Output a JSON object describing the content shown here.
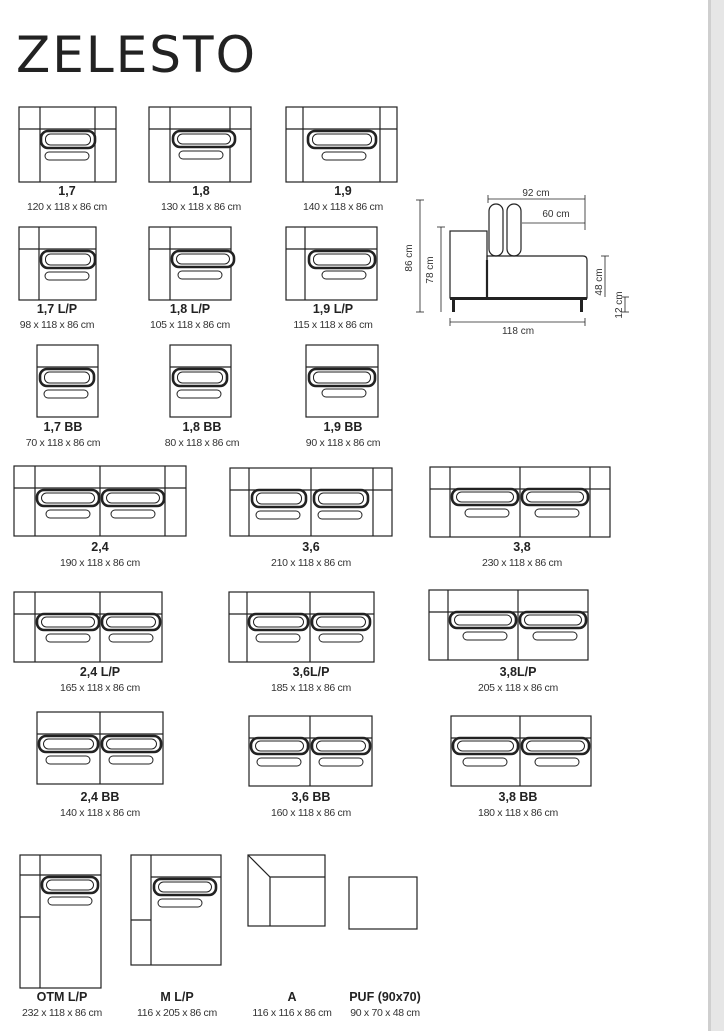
{
  "title": "ZELESTO",
  "modules": {
    "m1_7": {
      "name": "1,7",
      "dims": "120 x 118 x 86 cm"
    },
    "m1_8": {
      "name": "1,8",
      "dims": "130 x 118 x 86 cm"
    },
    "m1_9": {
      "name": "1,9",
      "dims": "140 x 118 x 86 cm"
    },
    "m1_7lp": {
      "name": "1,7 L/P",
      "dims": "98 x 118 x 86 cm"
    },
    "m1_8lp": {
      "name": "1,8 L/P",
      "dims": "105 x 118 x 86 cm"
    },
    "m1_9lp": {
      "name": "1,9 L/P",
      "dims": "115 x 118 x 86 cm"
    },
    "m1_7bb": {
      "name": "1,7 BB",
      "dims": "70 x 118 x 86 cm"
    },
    "m1_8bb": {
      "name": "1,8 BB",
      "dims": "80 x 118 x 86 cm"
    },
    "m1_9bb": {
      "name": "1,9 BB",
      "dims": "90 x 118 x 86 cm"
    },
    "m2_4": {
      "name": "2,4",
      "dims": "190 x 118 x 86 cm"
    },
    "m3_6": {
      "name": "3,6",
      "dims": "210 x 118 x 86 cm"
    },
    "m3_8": {
      "name": "3,8",
      "dims": "230 x 118 x 86 cm"
    },
    "m2_4lp": {
      "name": "2,4 L/P",
      "dims": "165 x 118 x 86 cm"
    },
    "m3_6lp": {
      "name": "3,6L/P",
      "dims": "185 x 118 x 86 cm"
    },
    "m3_8lp": {
      "name": "3,8L/P",
      "dims": "205 x 118 x 86 cm"
    },
    "m2_4bb": {
      "name": "2,4 BB",
      "dims": "140 x 118 x 86 cm"
    },
    "m3_6bb": {
      "name": "3,6 BB",
      "dims": "160 x 118 x 86 cm"
    },
    "m3_8bb": {
      "name": "3,8 BB",
      "dims": "180 x 118 x 86 cm"
    },
    "otm_lp": {
      "name": "OTM L/P",
      "dims": "232 x 118 x 86 cm"
    },
    "m_lp": {
      "name": "M L/P",
      "dims": "116 x 205 x 86 cm"
    },
    "a": {
      "name": "A",
      "dims": "116 x 116 x 86 cm"
    },
    "puf": {
      "name": "PUF (90x70)",
      "dims": "90 x 70 x 48 cm"
    }
  },
  "side_view": {
    "depth_total": "92 cm",
    "seat_depth": "60 cm",
    "height_total": "86 cm",
    "arm_height": "78 cm",
    "seat_height": "48 cm",
    "leg_height": "12 cm",
    "width": "118 cm"
  }
}
